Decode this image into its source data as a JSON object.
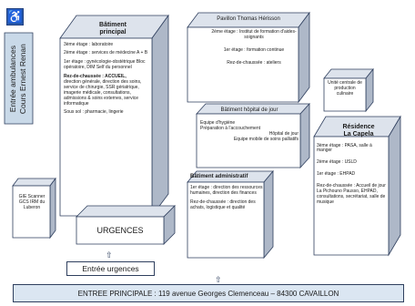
{
  "access": {
    "wheelchair_symbol": "♿",
    "ambulance_entrance": {
      "line1": "Entrée ambulances",
      "line2": "Cours Ernest Renan"
    },
    "emergency_entrance": "Entrée urgences",
    "main_entrance": "ENTREE PRINCIPALE : 119 avenue Georges Clemenceau – 84300 CAVAILLON"
  },
  "buildings": {
    "batiment_principal": {
      "title_line1": "Bâtiment",
      "title_line2": "principal",
      "floor3": "3ème étage : laboratoire",
      "floor2": "2ème étage : services de médecine A + B",
      "floor1": "1er étage : gynécologie-obstétrique Bloc opératoire, DIM Self du personnel",
      "ground_title": "Rez-de-chaussée : ACCUEIL,",
      "ground_text": "direction générale, direction des soins, service de chirurgie, SSR gériatrique, imagerie médicale, consultations, admissions & soins externes, service informatique",
      "basement": "Sous sol : pharmacie, lingerie"
    },
    "pavillon_herisson": {
      "title": "Pavillon Thomas Hérisson",
      "floor2": "2ème étage : Institut de formation d'aides-soignants",
      "floor1": "1er étage : formation continue",
      "ground": "Rez-de-chaussée : ateliers"
    },
    "unite_culinaire": {
      "text": "Unité centrale de production culinaire"
    },
    "hopital_de_jour": {
      "title": "Bâtiment hôpital de jour",
      "line1": "Equipe d'hygiène",
      "line2": "Préparation à l'accouchement",
      "line3": "Hôpital de jour",
      "line4": "Equipe mobile de soins palliatifs"
    },
    "administratif": {
      "title": "Bâtiment administratif",
      "floor1": "1er étage : direction des ressources humaines, direction des finances",
      "ground": "Rez-de-chaussée : direction des achats, logistique et qualité"
    },
    "residence_capela": {
      "title_line1": "Résidence",
      "title_line2": "La Capela",
      "floor3": "3ème étage : PASA, salle à manger",
      "floor2": "2ème étage : USLD",
      "floor1": "1er étage : EHPAD",
      "ground": "Rez-de-chaussée : Accueil de jour La Pichouno Pausso, EHPAD, consultations, secrétariat, salle de musique"
    },
    "gie_scanner": {
      "text": "GIE Scanner GCS IRM du Luberon"
    },
    "urgences": {
      "label": "URGENCES"
    }
  }
}
